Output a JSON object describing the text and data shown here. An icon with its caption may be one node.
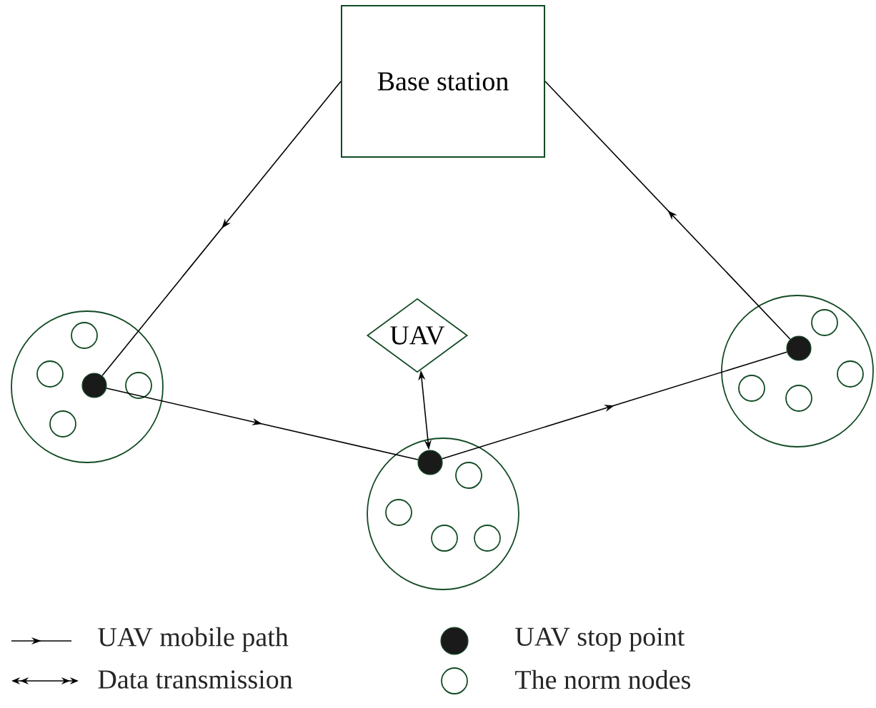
{
  "diagram": {
    "nodes": [
      {
        "text": [
          "Base station"
        ]
      },
      {
        "text": [
          "UAV"
        ]
      },
      {
        "text": [],
        "shape": "circle"
      },
      {
        "text": [],
        "shape": "circle",
        "in": 2
      },
      {
        "text": [],
        "shape": "circle",
        "in": 2
      },
      {
        "text": [],
        "shape": "circle",
        "in": 2
      },
      {
        "text": [],
        "shape": "circle",
        "in": 2
      },
      {
        "text": [],
        "shape": "circle",
        "in": 2
      },
      {
        "text": [],
        "shape": "circle"
      },
      {
        "text": [],
        "shape": "circle",
        "in": 8
      },
      {
        "text": [],
        "shape": "circle",
        "in": 8
      },
      {
        "text": [],
        "shape": "circle",
        "in": 8
      },
      {
        "text": [],
        "shape": "circle",
        "in": 8
      },
      {
        "text": [],
        "shape": "circle",
        "in": 8
      },
      {
        "text": [],
        "shape": "circle"
      },
      {
        "text": [],
        "shape": "circle",
        "in": 14
      },
      {
        "text": [],
        "shape": "circle",
        "in": 14
      },
      {
        "text": [],
        "shape": "circle",
        "in": 14
      },
      {
        "text": [],
        "shape": "circle",
        "in": 14
      },
      {
        "text": [],
        "shape": "circle",
        "in": 14
      }
    ],
    "edges": [
      {
        "from": 0,
        "to": 3,
        "arrow": "to"
      },
      {
        "from": 3,
        "to": 15,
        "arrow": "to"
      },
      {
        "from": 15,
        "to": 9,
        "arrow": "to"
      },
      {
        "from": 9,
        "to": 0,
        "arrow": "to"
      },
      {
        "from": 1,
        "to": 15,
        "arrow": "both"
      }
    ],
    "legend": [
      {
        "text": "UAV mobile path"
      },
      {
        "text": "Data transmission"
      },
      {
        "text": "UAV stop point"
      },
      {
        "text": "The norm nodes"
      }
    ]
  }
}
